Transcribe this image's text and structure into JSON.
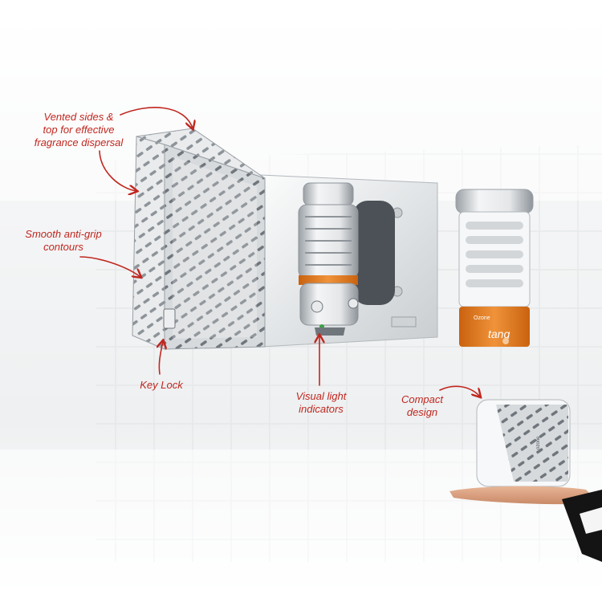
{
  "callouts": {
    "vented": [
      "Vented sides &",
      "top for effective",
      "fragrance dispersal"
    ],
    "anti_grip": [
      "Smooth anti-grip",
      "contours"
    ],
    "key_lock": "Key Lock",
    "visual_light": [
      "Visual light",
      "indicators"
    ],
    "compact": [
      "Compact",
      "design"
    ]
  },
  "refill_label": {
    "brand": "Ozone",
    "scent": "tang"
  },
  "colors": {
    "callout_red": "#c0271f",
    "refill_orange": "#e07a1e",
    "steel": "#d9dcdf",
    "tile_grid": "#e3e5e7"
  }
}
